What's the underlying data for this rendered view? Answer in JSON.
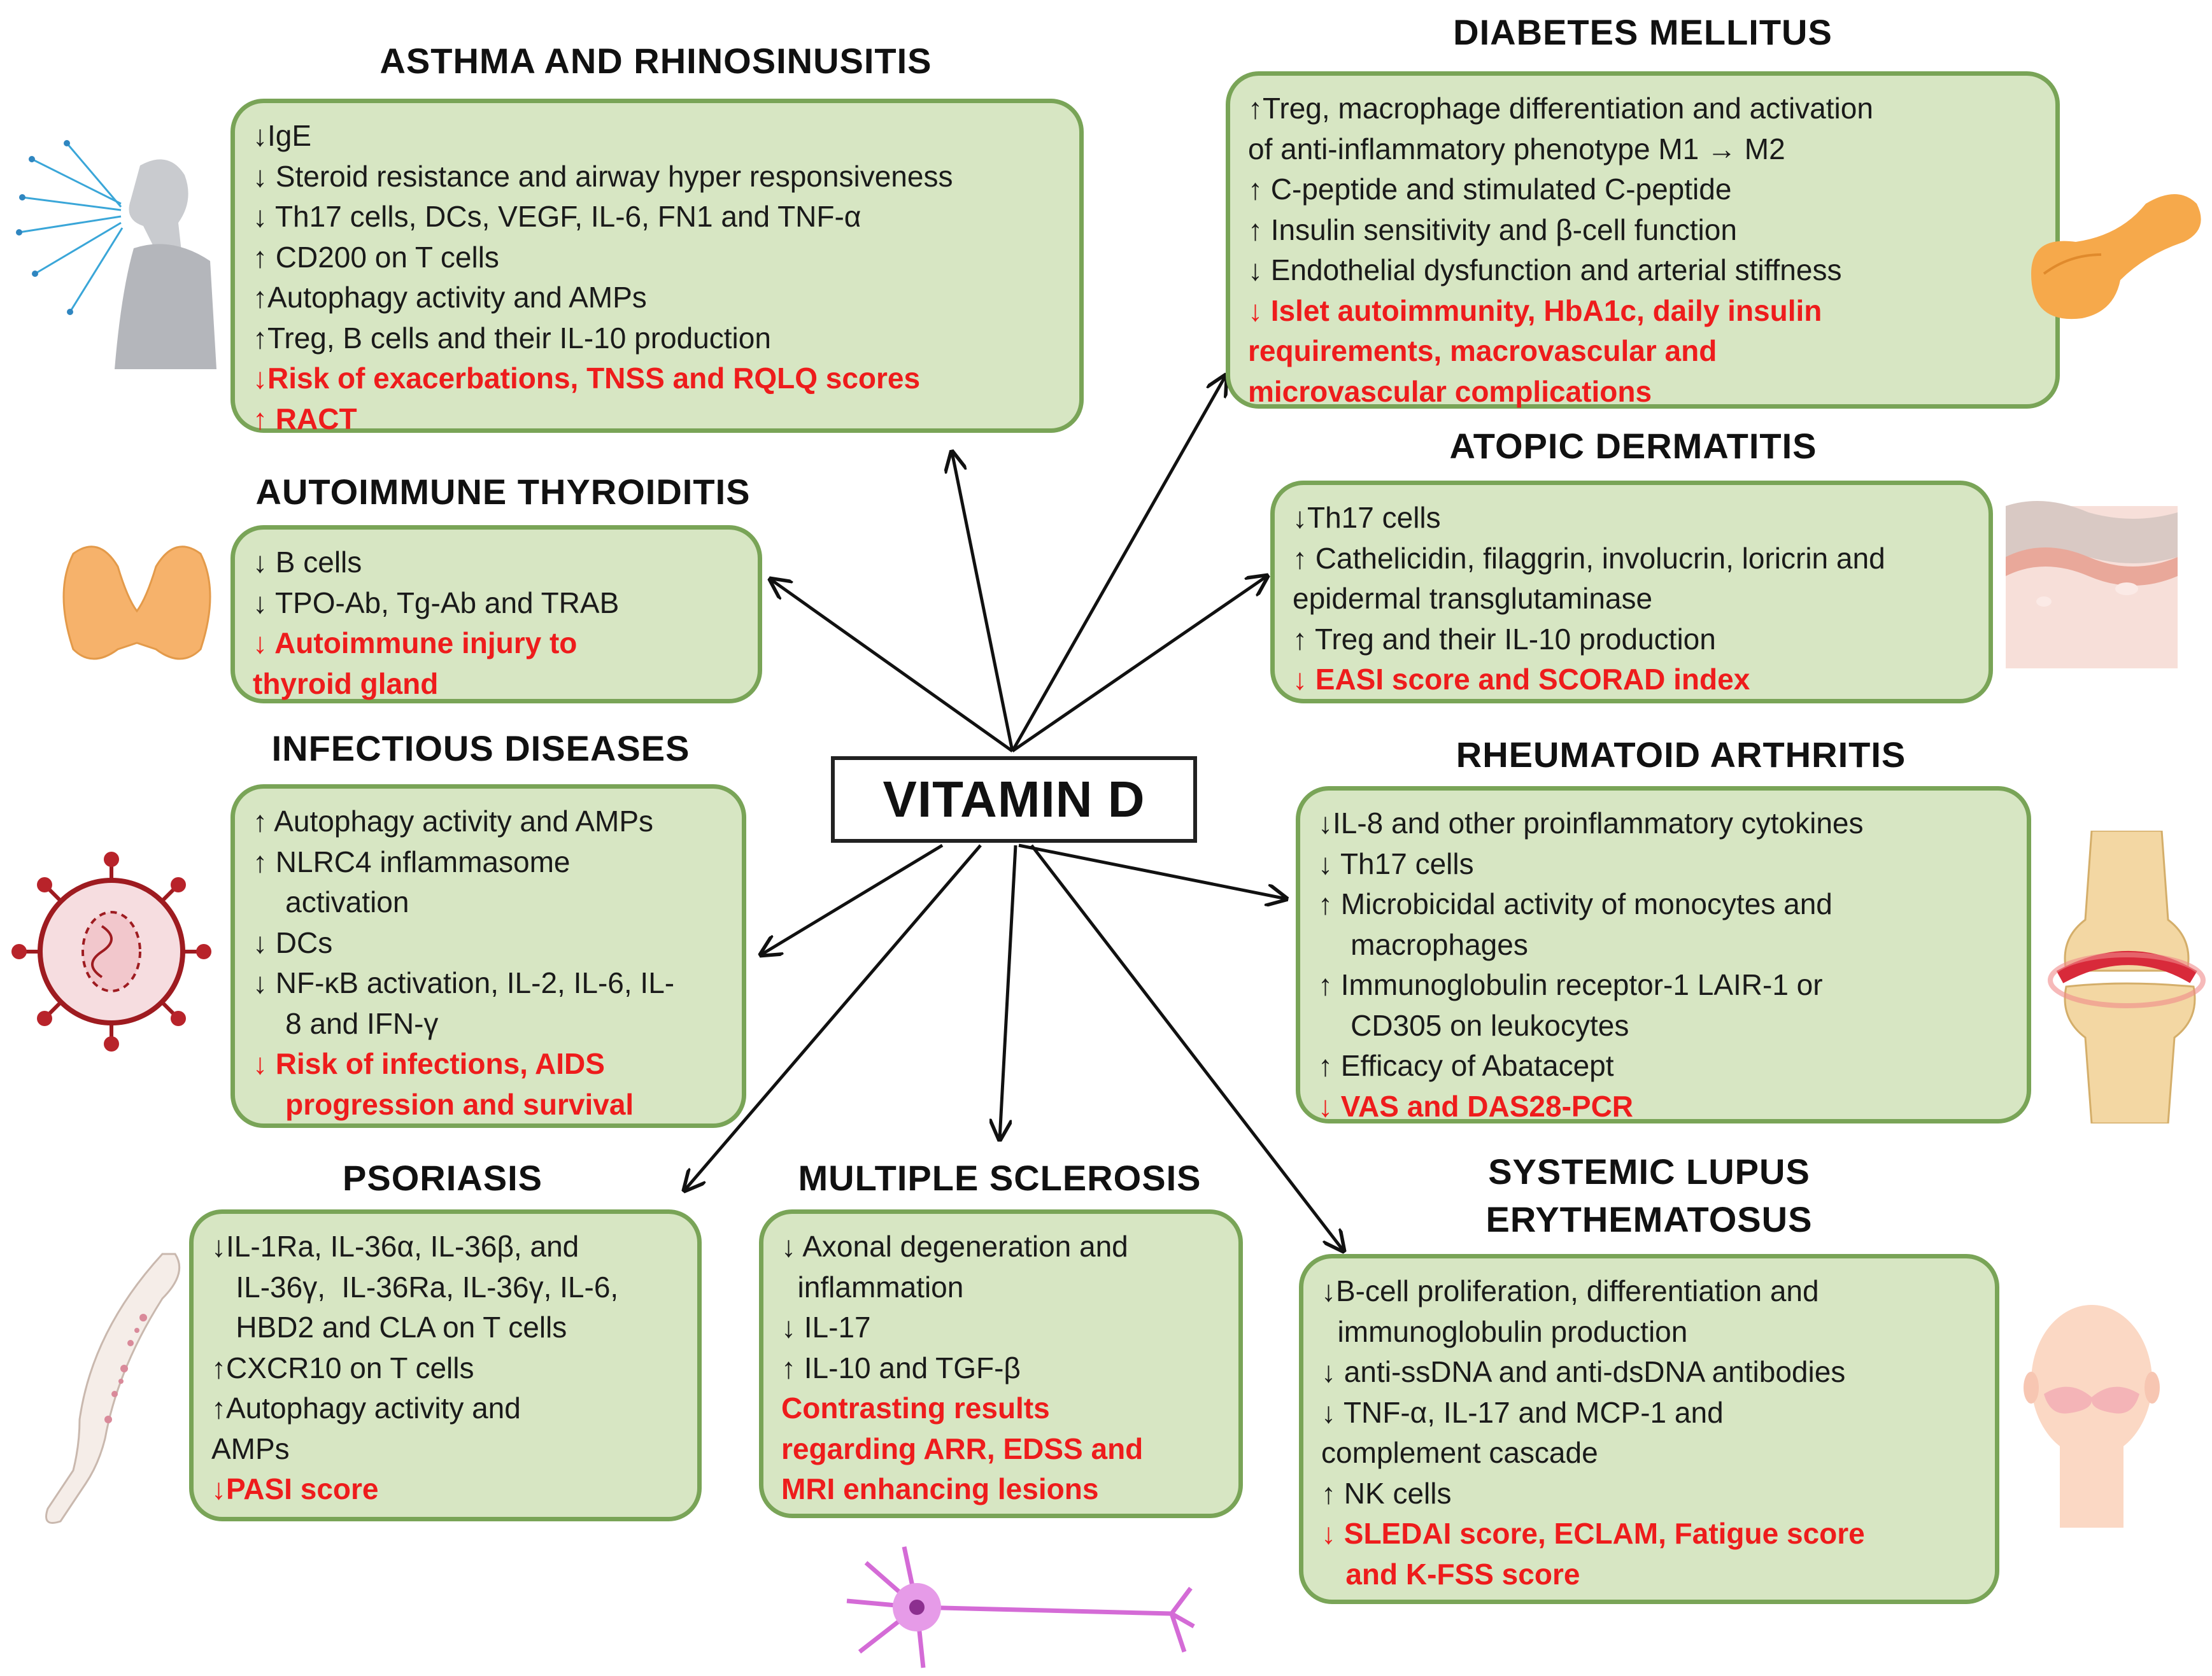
{
  "center": {
    "label": "VITAMIN D"
  },
  "panels": {
    "asthma": {
      "title": "ASTHMA AND RHINOSINUSITIS",
      "lines": [
        {
          "text": "↓IgE",
          "red": false
        },
        {
          "text": "↓ Steroid resistance and airway hyper responsiveness",
          "red": false
        },
        {
          "text": "↓ Th17 cells, DCs, VEGF, IL-6, FN1 and TNF-α",
          "red": false
        },
        {
          "text": "↑ CD200 on T cells",
          "red": false
        },
        {
          "text": "↑Autophagy activity and AMPs",
          "red": false
        },
        {
          "text": "↑Treg, B cells and their IL-10 production",
          "red": false
        },
        {
          "text": "↓Risk of exacerbations, TNSS and RQLQ scores",
          "red": true
        },
        {
          "text": "↑ RACT",
          "red": true
        }
      ]
    },
    "diabetes": {
      "title": "DIABETES MELLITUS",
      "lines": [
        {
          "text": "↑Treg, macrophage differentiation and activation",
          "red": false
        },
        {
          "text": "of anti-inflammatory phenotype M1 → M2",
          "red": false
        },
        {
          "text": "↑ C-peptide and stimulated C-peptide",
          "red": false
        },
        {
          "text": "↑ Insulin sensitivity and β-cell function",
          "red": false
        },
        {
          "text": "↓ Endothelial dysfunction and arterial stiffness",
          "red": false
        },
        {
          "text": "↓ Islet autoimmunity, HbA1c, daily insulin",
          "red": true
        },
        {
          "text": "requirements, macrovascular and",
          "red": true
        },
        {
          "text": "microvascular complications",
          "red": true
        }
      ]
    },
    "thyroid": {
      "title": "AUTOIMMUNE THYROIDITIS",
      "lines": [
        {
          "text": "↓ B cells",
          "red": false
        },
        {
          "text": "↓ TPO-Ab, Tg-Ab and TRAB",
          "red": false
        },
        {
          "text": "↓ Autoimmune injury to",
          "red": true
        },
        {
          "text": "thyroid gland",
          "red": true
        }
      ]
    },
    "atopic": {
      "title": "ATOPIC DERMATITIS",
      "lines": [
        {
          "text": "↓Th17 cells",
          "red": false
        },
        {
          "text": "↑ Cathelicidin, filaggrin, involucrin, loricrin and",
          "red": false
        },
        {
          "text": "epidermal transglutaminase",
          "red": false
        },
        {
          "text": "↑ Treg and their IL-10 production",
          "red": false
        },
        {
          "text": "↓ EASI score and SCORAD index",
          "red": true
        }
      ]
    },
    "infectious": {
      "title": "INFECTIOUS DISEASES",
      "lines": [
        {
          "text": "↑ Autophagy activity and AMPs",
          "red": false
        },
        {
          "text": "↑ NLRC4 inflammasome",
          "red": false
        },
        {
          "text": "    activation",
          "red": false
        },
        {
          "text": "↓ DCs",
          "red": false
        },
        {
          "text": "↓ NF-κB activation, IL-2, IL-6, IL-",
          "red": false
        },
        {
          "text": "    8 and IFN-γ",
          "red": false
        },
        {
          "text": "↓ Risk of infections, AIDS",
          "red": true
        },
        {
          "text": "    progression and survival",
          "red": true
        }
      ]
    },
    "rheumatoid": {
      "title": "RHEUMATOID ARTHRITIS",
      "lines": [
        {
          "text": "↓IL-8 and other proinflammatory cytokines",
          "red": false
        },
        {
          "text": "↓ Th17 cells",
          "red": false
        },
        {
          "text": "↑ Microbicidal activity of monocytes and",
          "red": false
        },
        {
          "text": "    macrophages",
          "red": false
        },
        {
          "text": "↑ Immunoglobulin receptor-1 LAIR-1 or",
          "red": false
        },
        {
          "text": "    CD305 on leukocytes",
          "red": false
        },
        {
          "text": "↑ Efficacy of Abatacept",
          "red": false
        },
        {
          "text": "↓ VAS and DAS28-PCR",
          "red": true
        }
      ]
    },
    "psoriasis": {
      "title": "PSORIASIS",
      "lines": [
        {
          "text": "↓IL-1Ra, IL-36α, IL-36β, and",
          "red": false
        },
        {
          "text": "   IL-36γ,  IL-36Ra, IL-36γ, IL-6,",
          "red": false
        },
        {
          "text": "   HBD2 and CLA on T cells",
          "red": false
        },
        {
          "text": "↑CXCR10 on T cells",
          "red": false
        },
        {
          "text": "↑Autophagy activity and",
          "red": false
        },
        {
          "text": "AMPs",
          "red": false
        },
        {
          "text": "↓PASI score",
          "red": true
        }
      ]
    },
    "ms": {
      "title": "MULTIPLE SCLEROSIS",
      "lines": [
        {
          "text": "↓ Axonal degeneration and",
          "red": false
        },
        {
          "text": "  inflammation",
          "red": false
        },
        {
          "text": "↓ IL-17",
          "red": false
        },
        {
          "text": "↑ IL-10 and TGF-β",
          "red": false
        },
        {
          "text": "Contrasting results",
          "red": true
        },
        {
          "text": "regarding ARR, EDSS and",
          "red": true
        },
        {
          "text": "MRI enhancing lesions",
          "red": true
        }
      ]
    },
    "sle": {
      "title_line1": "SYSTEMIC LUPUS",
      "title_line2": "ERYTHEMATOSUS",
      "lines": [
        {
          "text": "↓B-cell proliferation, differentiation and",
          "red": false
        },
        {
          "text": "  immunoglobulin production",
          "red": false
        },
        {
          "text": "↓ anti-ssDNA and anti-dsDNA antibodies",
          "red": false
        },
        {
          "text": "↓ TNF-α, IL-17 and MCP-1 and",
          "red": false
        },
        {
          "text": "complement cascade",
          "red": false
        },
        {
          "text": "↑ NK cells",
          "red": false
        },
        {
          "text": "↓ SLEDAI score, ECLAM, Fatigue score",
          "red": true
        },
        {
          "text": "   and K-FSS score",
          "red": true
        }
      ]
    }
  },
  "colors": {
    "box_fill": "#d7e6c3",
    "box_border": "#79a457",
    "highlight_text": "#ee1c1c",
    "body_text": "#1a1a1a"
  },
  "illustrations": [
    "person-sneezing",
    "pancreas",
    "thyroid-gland",
    "skin-layers",
    "virus",
    "knee-joint",
    "arm-psoriasis",
    "neuron",
    "face-lupus-rash"
  ]
}
